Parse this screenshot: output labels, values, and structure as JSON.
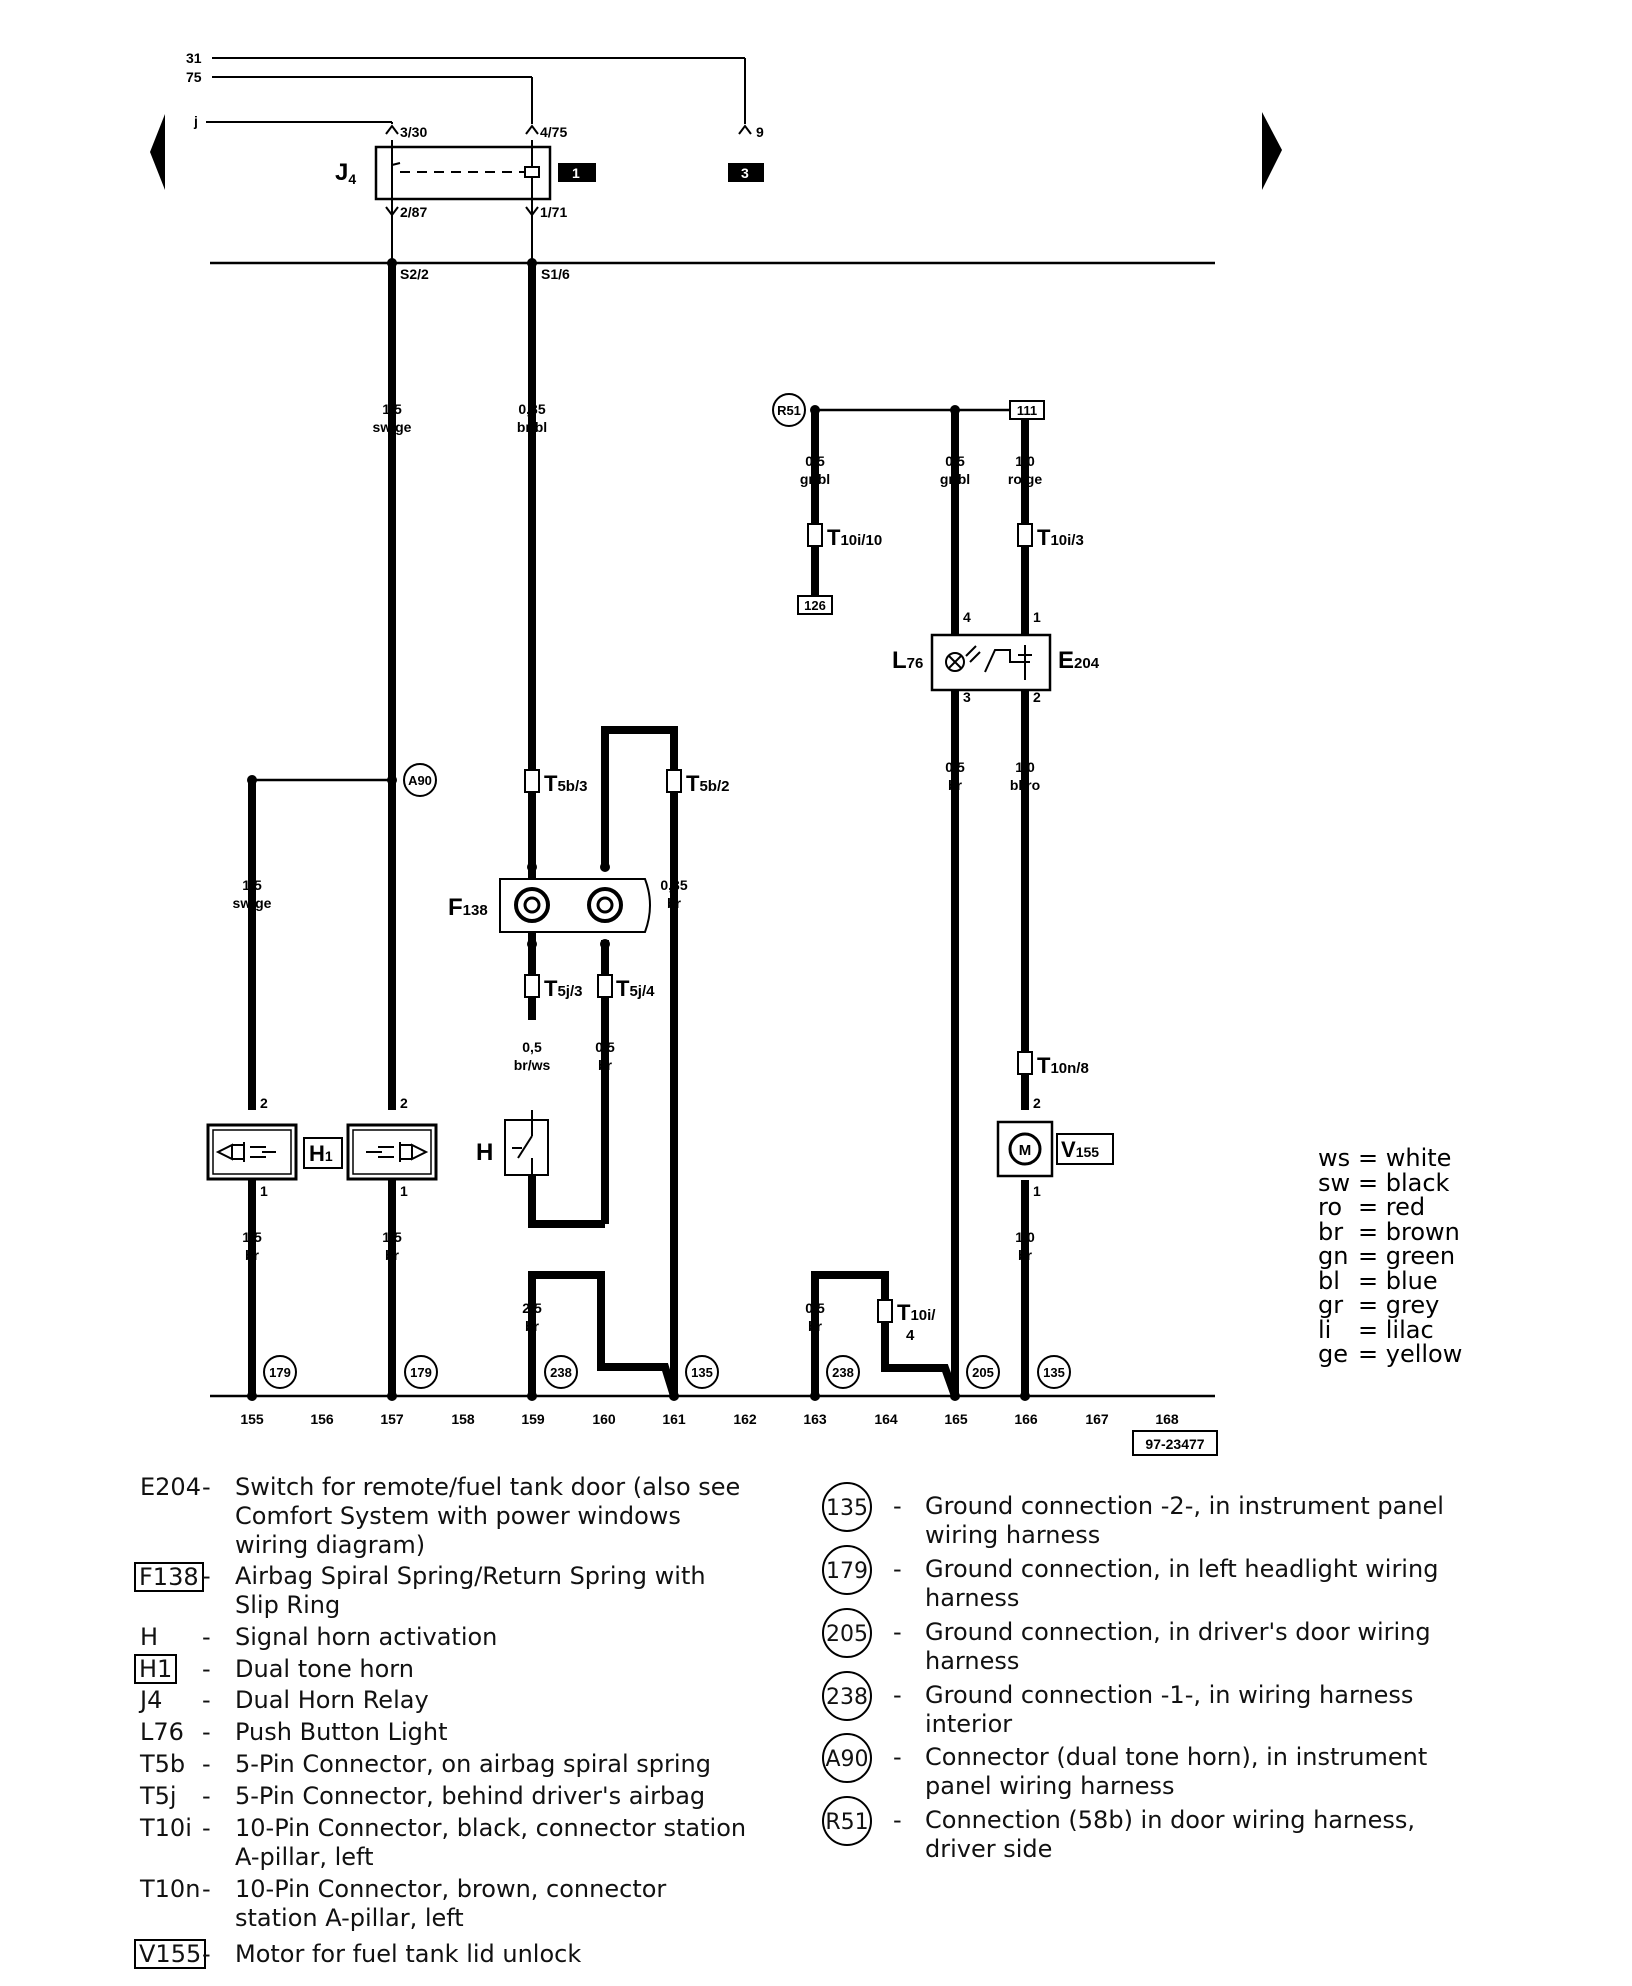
{
  "diagram": {
    "top_labels": {
      "t31": "31",
      "t75": "75",
      "tj": "j"
    },
    "relay": {
      "name": "J",
      "sub": "4",
      "pin_in1": "3/30",
      "pin_in2": "4/75",
      "pin_out1": "2/87",
      "pin_out2": "1/71",
      "pin9": "9",
      "ref1": "1",
      "ref3": "3"
    },
    "splices": {
      "s1": "S2/2",
      "s2": "S1/6"
    },
    "wires": {
      "w157a": {
        "size": "1,5",
        "color": "sw/ge"
      },
      "w159a": {
        "size": "0,35",
        "color": "br/bl"
      },
      "w155a": {
        "size": "1,5",
        "color": "sw/ge"
      },
      "w161a": {
        "size": "0,35",
        "color": "br"
      },
      "w159b": {
        "size": "0,5",
        "color": "br/ws"
      },
      "w160b": {
        "size": "0,5",
        "color": "br"
      },
      "w163a": {
        "size": "0,5",
        "color": "gr/bl"
      },
      "w165a": {
        "size": "0,5",
        "color": "gr/bl"
      },
      "w166a": {
        "size": "1,0",
        "color": "ro/ge"
      },
      "w165b": {
        "size": "0,5",
        "color": "br"
      },
      "w166b": {
        "size": "1,0",
        "color": "bl/ro"
      },
      "w155b": {
        "size": "1,5",
        "color": "br"
      },
      "w157b": {
        "size": "1,5",
        "color": "br"
      },
      "w159c": {
        "size": "2,5",
        "color": "br"
      },
      "w163b": {
        "size": "0,5",
        "color": "br"
      },
      "w166c": {
        "size": "1,0",
        "color": "br"
      }
    },
    "connectors": {
      "t5b3": {
        "main": "T",
        "sub": "5b/3"
      },
      "t5b2": {
        "main": "T",
        "sub": "5b/2"
      },
      "t5j3": {
        "main": "T",
        "sub": "5j/3"
      },
      "t5j4": {
        "main": "T",
        "sub": "5j/4"
      },
      "t10i10": {
        "main": "T",
        "sub": "10i/10"
      },
      "t10i3": {
        "main": "T",
        "sub": "10i/3"
      },
      "t10i4": {
        "main": "T",
        "sub": "10i/",
        "sub2": "4"
      },
      "t10n8": {
        "main": "T",
        "sub": "10n/8"
      }
    },
    "components": {
      "f138": {
        "main": "F",
        "sub": "138"
      },
      "h": {
        "main": "H"
      },
      "h1": {
        "main": "H",
        "sub": "1"
      },
      "l76": {
        "main": "L",
        "sub": "76"
      },
      "e204": {
        "main": "E",
        "sub": "204"
      },
      "v155": {
        "main": "V",
        "sub": "155"
      },
      "motor": "M"
    },
    "pins": {
      "p2": "2",
      "p1": "1",
      "p3": "3",
      "p4": "4"
    },
    "refs": {
      "r51": "R51",
      "a90": "A90",
      "b111": "111",
      "b126": "126"
    },
    "ground_refs": {
      "g179": "179",
      "g238": "238",
      "g135": "135",
      "g205": "205"
    },
    "track_numbers": [
      "155",
      "156",
      "157",
      "158",
      "159",
      "160",
      "161",
      "162",
      "163",
      "164",
      "165",
      "166",
      "167",
      "168"
    ],
    "figure_code": "97-23477"
  },
  "color_legend": [
    {
      "abbr": "ws",
      "name": "= white"
    },
    {
      "abbr": "sw",
      "name": "= black"
    },
    {
      "abbr": "ro",
      "name": "= red"
    },
    {
      "abbr": "br",
      "name": "= brown"
    },
    {
      "abbr": "gn",
      "name": "= green"
    },
    {
      "abbr": "bl",
      "name": "= blue"
    },
    {
      "abbr": "gr",
      "name": "= grey"
    },
    {
      "abbr": "li",
      "name": "= lilac"
    },
    {
      "abbr": "ge",
      "name": "= yellow"
    }
  ],
  "legend_left": [
    {
      "code": "E204",
      "desc": "Switch for remote/fuel tank door (also see Comfort System with power windows wiring diagram)"
    },
    {
      "code": "F138",
      "desc": "Airbag Spiral Spring/Return Spring with Slip Ring"
    },
    {
      "code": "H",
      "desc": "Signal horn activation"
    },
    {
      "code": "H1",
      "desc": "Dual tone horn"
    },
    {
      "code": "J4",
      "desc": "Dual Horn Relay"
    },
    {
      "code": "L76",
      "desc": "Push Button Light"
    },
    {
      "code": "T5b",
      "desc": "5-Pin Connector, on airbag spiral spring"
    },
    {
      "code": "T5j",
      "desc": "5-Pin Connector, behind driver's airbag"
    },
    {
      "code": "T10i",
      "desc": "10-Pin Connector, black, connector station A-pillar, left"
    },
    {
      "code": "T10n",
      "desc": "10-Pin Connector, brown, connector station A-pillar, left"
    },
    {
      "code": "V155",
      "desc": "Motor for fuel tank lid unlock"
    }
  ],
  "legend_right": [
    {
      "code": "135",
      "desc": "Ground connection -2-, in instrument panel wiring harness"
    },
    {
      "code": "179",
      "desc": "Ground connection, in left headlight wiring harness"
    },
    {
      "code": "205",
      "desc": "Ground connection, in driver's door wiring harness"
    },
    {
      "code": "238",
      "desc": "Ground connection -1-, in wiring harness interior"
    },
    {
      "code": "A90",
      "desc": "Connector (dual tone horn), in instrument panel wiring harness"
    },
    {
      "code": "R51",
      "desc": "Connection (58b) in door wiring harness, driver side"
    }
  ],
  "dash": "-"
}
